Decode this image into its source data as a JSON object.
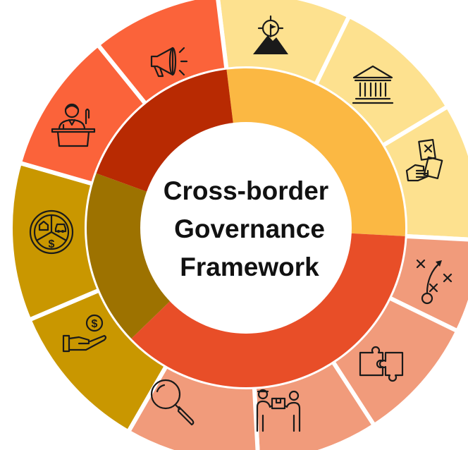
{
  "title_lines": [
    "Cross-border",
    "Governance",
    "Framework"
  ],
  "groups": [
    {
      "name": "goals-group",
      "color": "#fbb843"
    },
    {
      "name": "operations-group",
      "color": "#e84e28"
    },
    {
      "name": "finance-group",
      "color": "#9d7200"
    },
    {
      "name": "leadership-group",
      "color": "#b82a02"
    }
  ],
  "outer_segments": [
    {
      "icon": "mountain-flag-target-icon",
      "color": "#fde18f"
    },
    {
      "icon": "institution-building-icon",
      "color": "#fde18f"
    },
    {
      "icon": "hand-voting-ballot-icon",
      "color": "#fde18f"
    },
    {
      "icon": "strategy-play-icon",
      "color": "#f19b7b"
    },
    {
      "icon": "puzzle-pieces-icon",
      "color": "#f19b7b"
    },
    {
      "icon": "delivery-handover-icon",
      "color": "#f19b7b"
    },
    {
      "icon": "magnifying-glass-icon",
      "color": "#f19b7b"
    },
    {
      "icon": "hand-money-icon",
      "color": "#c99700"
    },
    {
      "icon": "asset-allocation-pie-icon",
      "color": "#c99700"
    },
    {
      "icon": "speaker-podium-icon",
      "color": "#fb633a"
    },
    {
      "icon": "megaphone-icon",
      "color": "#fb633a"
    }
  ]
}
